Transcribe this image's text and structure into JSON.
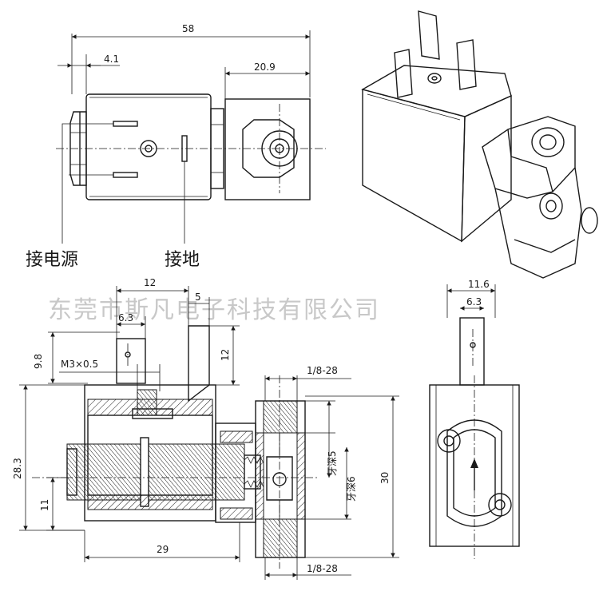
{
  "dimensions": {
    "top_overall_length": "58",
    "top_offset": "4.1",
    "top_valve_width": "20.9",
    "sec_top_width": "12",
    "sec_small_width": "5",
    "sec_terminal_width": "6.3",
    "sec_terminal_height": "12",
    "sec_left_height": "9.8",
    "sec_thread_label": "M3×0.5",
    "sec_body_height": "28.3",
    "sec_core_height": "11",
    "sec_bottom_length": "29",
    "port_top": "1/8-28",
    "port_bottom": "1/8-28",
    "thread_depth_5": "牙深5",
    "thread_depth_6": "牙深6",
    "valve_height": "30",
    "end_width": "11.6",
    "end_terminal": "6.3"
  },
  "labels": {
    "power": "接电源",
    "ground": "接地"
  },
  "watermark": "东莞市斯凡电子科技有限公司"
}
